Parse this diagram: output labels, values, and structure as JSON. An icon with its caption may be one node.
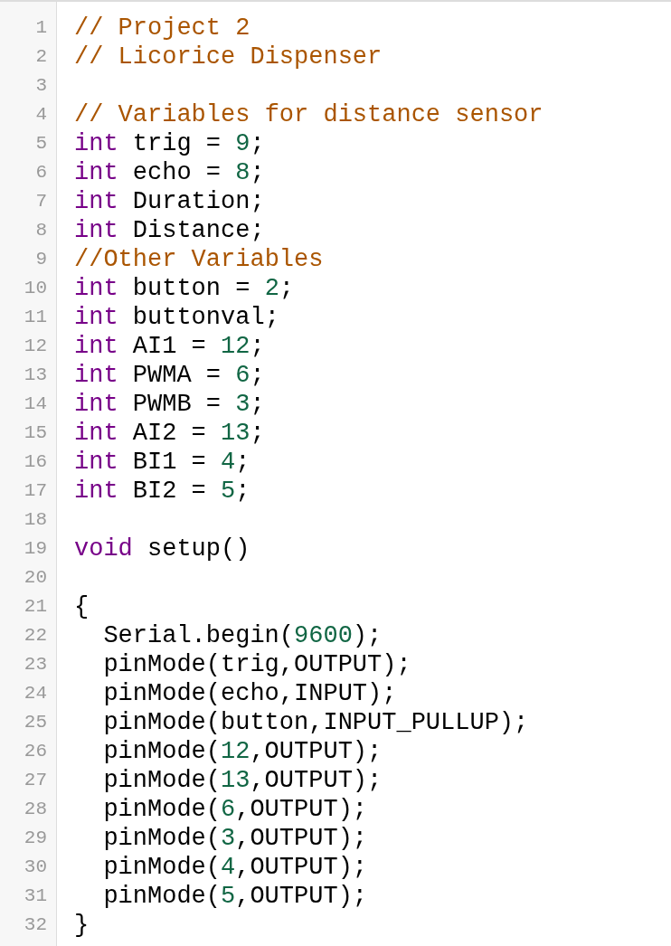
{
  "diagram": {
    "labels": [
      "1",
      "// Project 2",
      "2",
      "// Licorice Dispenser",
      "3",
      "4",
      "// Variables for distance sensor",
      "5",
      "int trig = 9;",
      "6",
      "int echo = 8;",
      "7",
      "int Duration;",
      "8",
      "int Distance;",
      "9",
      "//Other Variables",
      "10",
      "int button = 2;",
      "11",
      "int buttonval;",
      "12",
      "int AI1 = 12;",
      "13",
      "int PWMA = 6;",
      "14",
      "int PWMB = 3;",
      "15",
      "int AI2 = 13;",
      "16",
      "int BI1 = 4;",
      "17",
      "int BI2 = 5;",
      "18",
      "19",
      "void setup()",
      "20",
      "21",
      "{",
      "22",
      "Serial.begin(9600);",
      "23",
      "pinMode(trig,OUTPUT);",
      "24",
      "pinMode(echo,INPUT);",
      "25",
      "pinMode(button,INPUT_PULLUP);",
      "26",
      "pinMode(12,OUTPUT);",
      "27",
      "pinMode(13,OUTPUT);",
      "28",
      "pinMode(6,OUTPUT);",
      "29",
      "pinMode(3,OUTPUT);",
      "30",
      "pinMode(4,OUTPUT);",
      "31",
      "pinMode(5,OUTPUT);",
      "32",
      "}"
    ]
  }
}
